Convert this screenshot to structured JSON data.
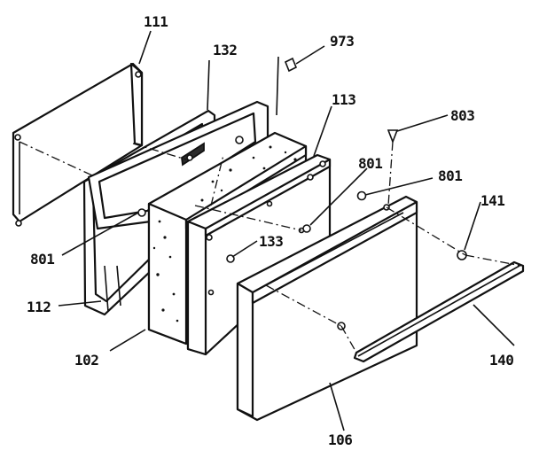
{
  "labels": {
    "p111": "111",
    "p132": "132",
    "p973": "973",
    "p113": "113",
    "p803": "803",
    "p801a": "801",
    "p801b": "801",
    "p801c": "801",
    "p141": "141",
    "p133": "133",
    "p112": "112",
    "p102": "102",
    "p140": "140",
    "p106": "106"
  }
}
